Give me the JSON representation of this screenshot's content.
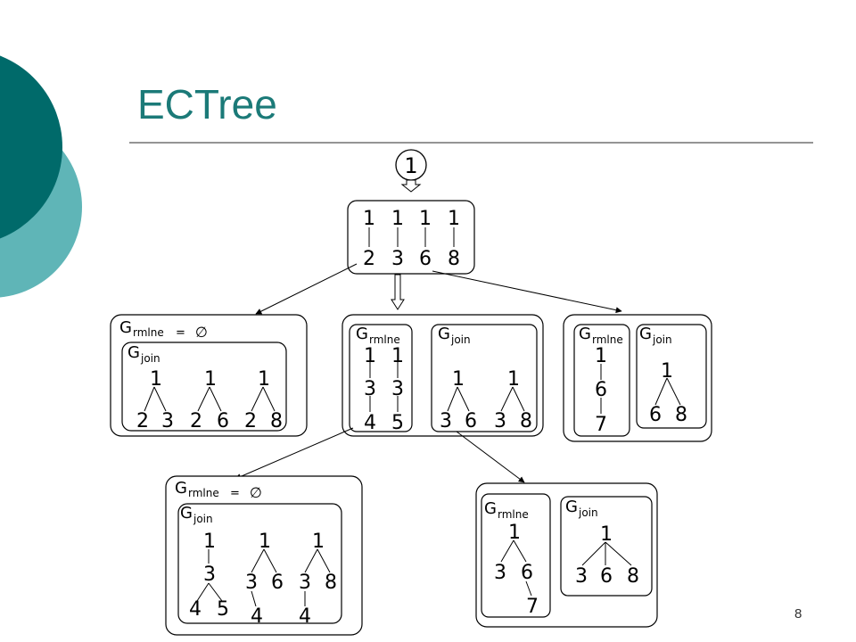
{
  "slide": {
    "title": "ECTree",
    "page_number": "8",
    "colors": {
      "title": "#1b7a78",
      "dark_teal": "#006a6a",
      "light_teal": "#5fb5b7",
      "rule": "#555555"
    }
  },
  "labels": {
    "g": "G",
    "rmlne": "rmlne",
    "join": "join",
    "equals": "=",
    "empty_set": "∅"
  },
  "root": {
    "value": "1"
  },
  "level1": {
    "tops": [
      "1",
      "1",
      "1",
      "1"
    ],
    "bottoms": [
      "2",
      "3",
      "6",
      "8"
    ]
  },
  "level2": {
    "left": {
      "grmlne_empty": true,
      "groups": [
        {
          "top": "1",
          "children": [
            "2",
            "3"
          ]
        },
        {
          "top": "1",
          "children": [
            "2",
            "6"
          ]
        },
        {
          "top": "1",
          "children": [
            "2",
            "8"
          ]
        }
      ]
    },
    "middle": {
      "rmlne": [
        [
          "1",
          "3",
          "4"
        ],
        [
          "1",
          "3",
          "5"
        ]
      ],
      "join": [
        {
          "top": "1",
          "children": [
            "3",
            "6"
          ]
        },
        {
          "top": "1",
          "children": [
            "3",
            "8"
          ]
        }
      ]
    },
    "right": {
      "rmlne": [
        "1",
        "6",
        "7"
      ],
      "join": {
        "top": "1",
        "children": [
          "6",
          "8"
        ]
      }
    }
  },
  "level3": {
    "left": {
      "grmlne_empty": true,
      "groups": [
        {
          "top": "1",
          "mid": "3",
          "bottom": [
            "4",
            "5"
          ]
        },
        {
          "top": "1",
          "mid": [
            "3",
            "6"
          ],
          "bottom": "4"
        },
        {
          "top": "1",
          "mid": [
            "3",
            "8"
          ],
          "bottom": "4"
        }
      ]
    },
    "right": {
      "rmlne": {
        "top": "1",
        "mid": [
          "3",
          "6"
        ],
        "bottom": "7"
      },
      "join": {
        "top": "1",
        "children": [
          "3",
          "6",
          "8"
        ]
      }
    }
  }
}
